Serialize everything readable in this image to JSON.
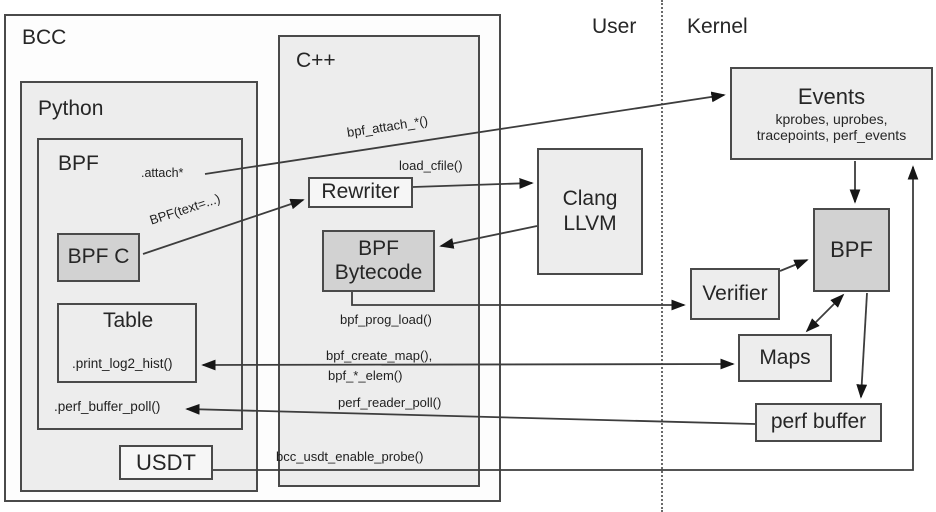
{
  "colors": {
    "page_bg": "#ffffff",
    "box_light": "#ededed",
    "box_dark": "#d2d2d2",
    "border": "#4a4a4a",
    "line": "#3d3d3d",
    "text": "#262626"
  },
  "regions": {
    "user": "User",
    "kernel": "Kernel"
  },
  "bcc": {
    "title": "BCC"
  },
  "python": {
    "title": "Python",
    "bpf_title": "BPF",
    "attach": ".attach*",
    "bpf_text": "BPF(text=...)",
    "bpf_c": "BPF C",
    "table_title": "Table",
    "print_log2_hist": ".print_log2_hist()",
    "perf_buffer_poll": ".perf_buffer_poll()",
    "usdt": "USDT"
  },
  "cpp": {
    "title": "C++",
    "rewriter": "Rewriter",
    "bytecode_line1": "BPF",
    "bytecode_line2": "Bytecode",
    "bpf_attach": "bpf_attach_*()",
    "load_cfile": "load_cfile()",
    "bpf_prog_load": "bpf_prog_load()",
    "bpf_create_map": "bpf_create_map(),",
    "bpf_elem": "bpf_*_elem()",
    "perf_reader_poll": "perf_reader_poll()",
    "bcc_usdt_enable_probe": "bcc_usdt_enable_probe()"
  },
  "clang": {
    "line1": "Clang",
    "line2": "LLVM"
  },
  "kernel_side": {
    "events_title": "Events",
    "events_sub1": "kprobes, uprobes,",
    "events_sub2": "tracepoints, perf_events",
    "bpf": "BPF",
    "verifier": "Verifier",
    "maps": "Maps",
    "perf_buffer": "perf buffer"
  }
}
